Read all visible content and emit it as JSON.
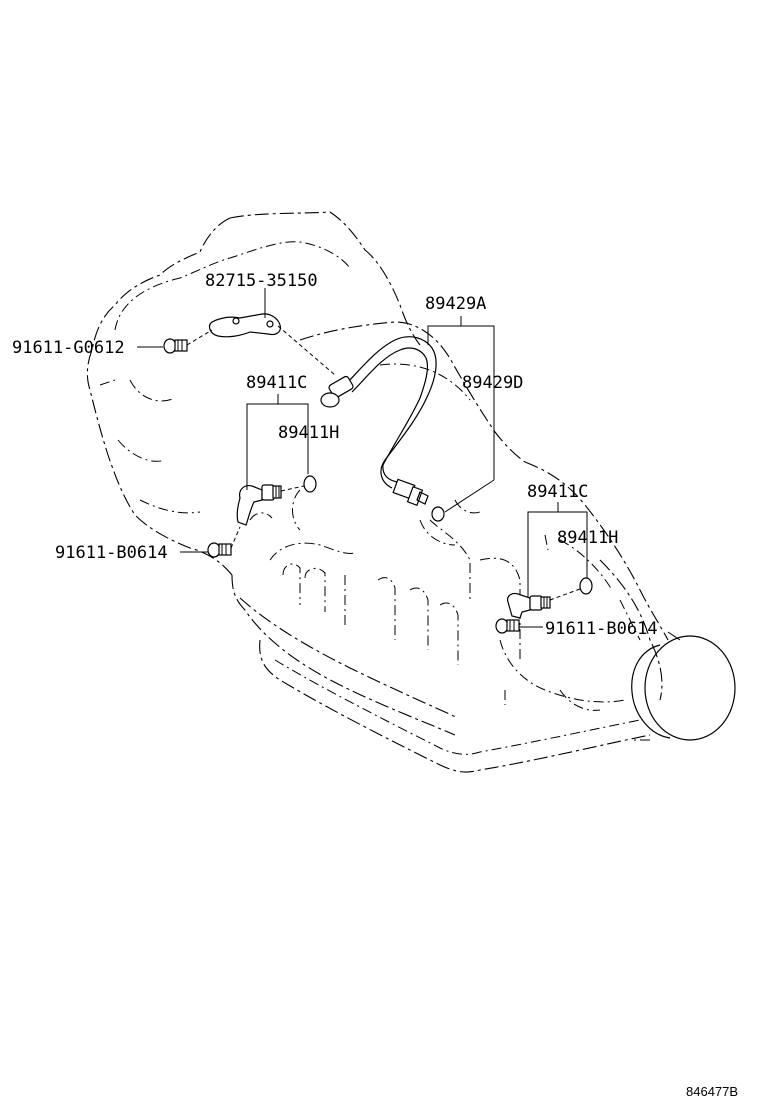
{
  "callouts": {
    "bracket_82715": "82715-35150",
    "bolt_g0612": "91611-G0612",
    "sensor_89411c_left": "89411C",
    "oring_89411h_left": "89411H",
    "bolt_b0614_left": "91611-B0614",
    "harness_89429a": "89429A",
    "harness_89429d": "89429D",
    "sensor_89411c_right": "89411C",
    "oring_89411h_right": "89411H",
    "bolt_b0614_right": "91611-B0614"
  },
  "figure_id": "846477B"
}
